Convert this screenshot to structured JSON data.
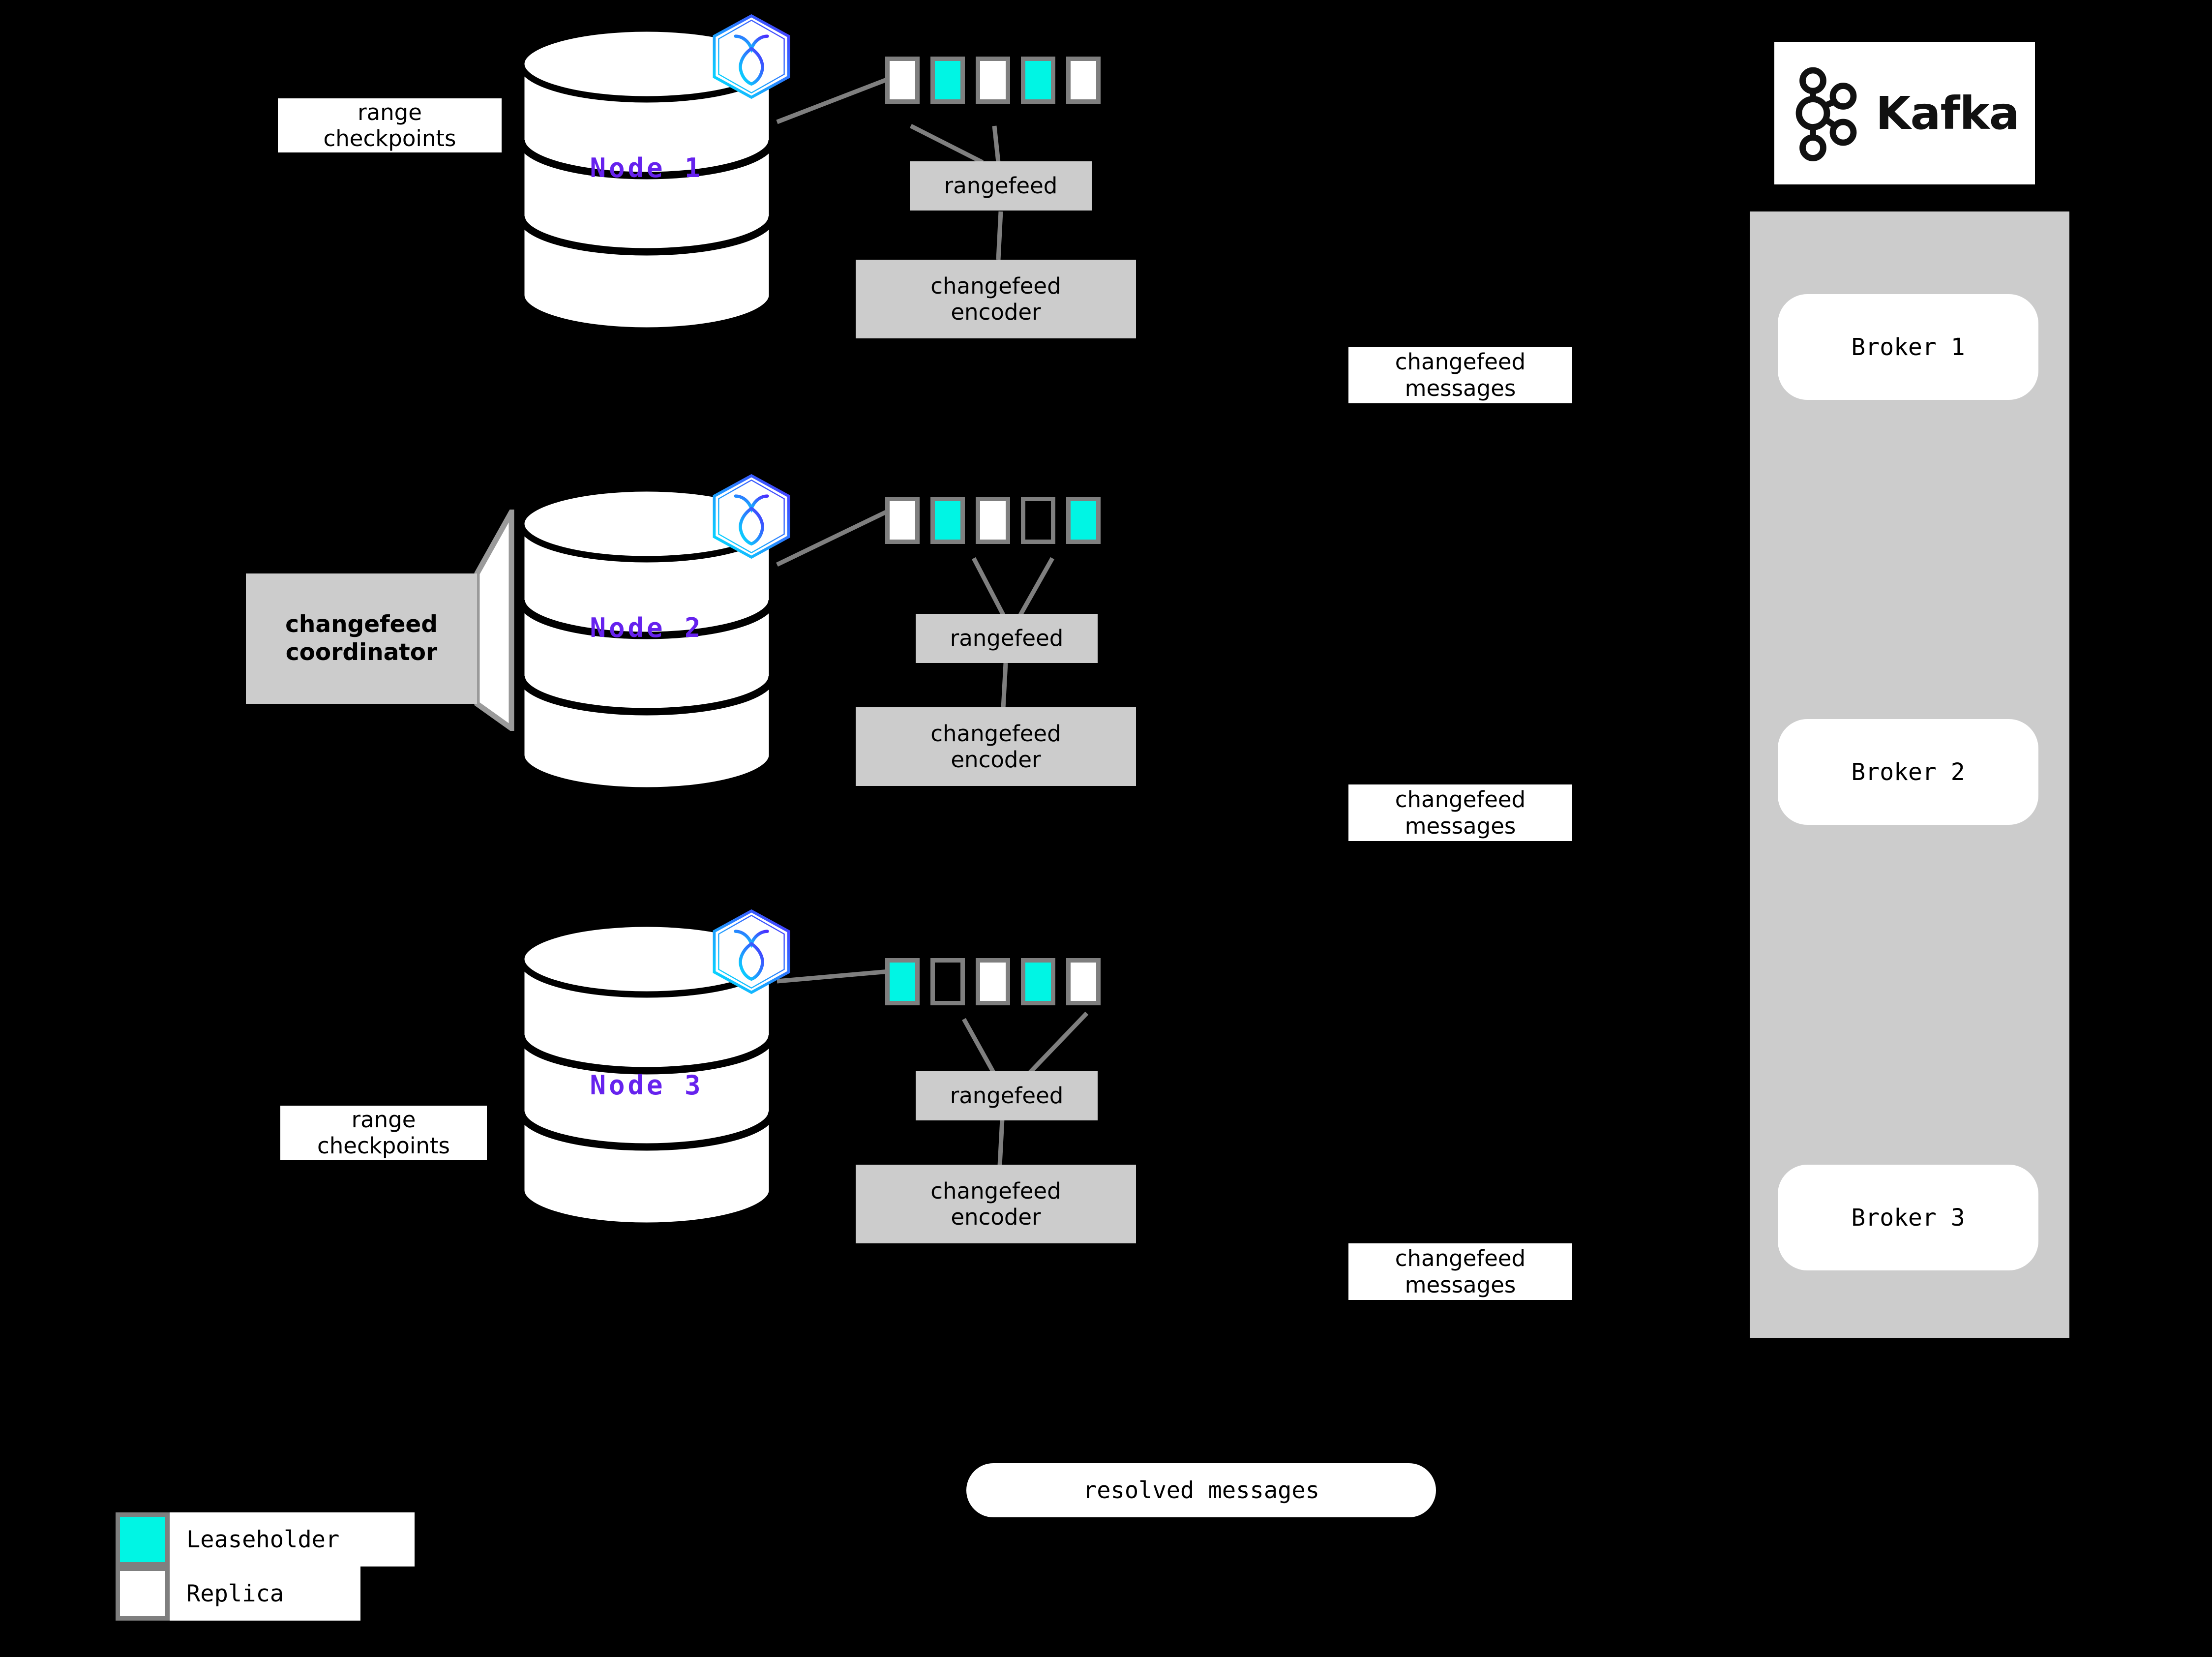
{
  "diagram": {
    "title": "CockroachDB changefeed to Kafka architecture",
    "background_color": "#000000",
    "leaseholder_color": "#00F5E4",
    "replica_color": "#FFFFFF",
    "node_label_color": "#6622EE",
    "process_box_color": "#CCCCCC",
    "connector_color": "#7F7F7F"
  },
  "nodes": [
    {
      "label": "Node 1",
      "badge_icon": "cockroachdb-hexagon-icon",
      "ranges": [
        {
          "kind": "replica"
        },
        {
          "kind": "leaseholder"
        },
        {
          "kind": "replica"
        },
        {
          "kind": "leaseholder"
        },
        {
          "kind": "replica"
        }
      ],
      "rangefeed_label": "rangefeed",
      "encoder_label": "changefeed\nencoder",
      "side_label": "range\ncheckpoints"
    },
    {
      "label": "Node 2",
      "badge_icon": "cockroachdb-hexagon-icon",
      "ranges": [
        {
          "kind": "replica"
        },
        {
          "kind": "leaseholder"
        },
        {
          "kind": "replica"
        },
        {
          "kind": "empty"
        },
        {
          "kind": "leaseholder"
        }
      ],
      "rangefeed_label": "rangefeed",
      "encoder_label": "changefeed\nencoder",
      "side_label": "changefeed\ncoordinator"
    },
    {
      "label": "Node 3",
      "badge_icon": "cockroachdb-hexagon-icon",
      "ranges": [
        {
          "kind": "leaseholder"
        },
        {
          "kind": "empty"
        },
        {
          "kind": "replica"
        },
        {
          "kind": "leaseholder"
        },
        {
          "kind": "replica"
        }
      ],
      "rangefeed_label": "rangefeed",
      "encoder_label": "changefeed\nencoder",
      "side_label": "range\ncheckpoints"
    }
  ],
  "message_labels": [
    {
      "text": "changefeed\nmessages"
    },
    {
      "text": "changefeed\nmessages"
    },
    {
      "text": "changefeed\nmessages"
    }
  ],
  "kafka": {
    "wordmark": "Kafka",
    "logo_icon": "kafka-nodes-icon",
    "brokers": [
      {
        "label": "Broker 1"
      },
      {
        "label": "Broker 2"
      },
      {
        "label": "Broker 3"
      }
    ]
  },
  "resolved": {
    "label": "resolved messages"
  },
  "legend": {
    "items": [
      {
        "swatch": "leaseholder",
        "label": "Leaseholder"
      },
      {
        "swatch": "replica",
        "label": "Replica"
      }
    ]
  }
}
